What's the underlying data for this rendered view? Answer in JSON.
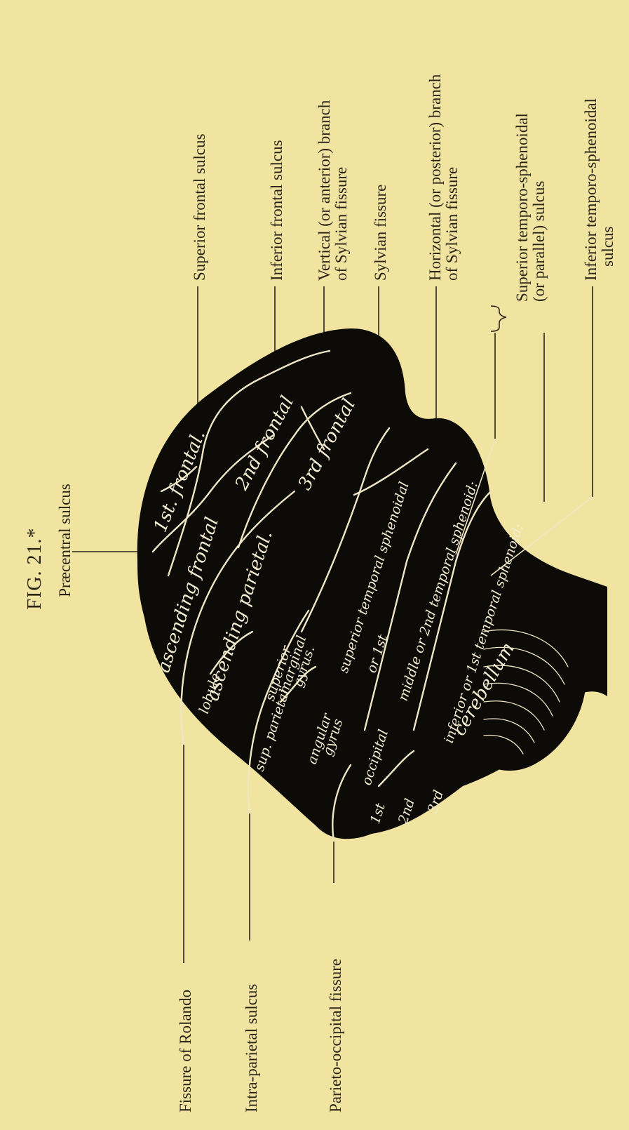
{
  "figure": {
    "title": "FIG. 21.*"
  },
  "labels": {
    "precentral_sulcus": "Præcentral sulcus",
    "superior_frontal_sulcus": "Superior frontal sulcus",
    "inferior_frontal_sulcus": "Inferior frontal sulcus",
    "vertical_branch_line1": "Vertical (or anterior) branch",
    "vertical_branch_line2": "of Sylvian fissure",
    "sylvian_fissure": "Sylvian fissure",
    "horizontal_branch_line1": "Horizontal (or posterior) branch",
    "horizontal_branch_line2": "of Sylvian fissure",
    "superior_temporo_line1": "Superior temporo-sphenoidal",
    "superior_temporo_line2": "(or parallel) sulcus",
    "inferior_temporo_line1": "Inferior temporo-sphenoidal",
    "inferior_temporo_line2": "sulcus",
    "fissure_of_rolando": "Fissure of Rolando",
    "intra_parietal_sulcus": "Intra-parietal sulcus",
    "parieto_occipital_fissure": "Parieto-occipital fissure"
  },
  "gyri": {
    "first_frontal": "1st. frontal.",
    "second_frontal": "2nd frontal",
    "third_frontal": "3rd frontal",
    "ascending_frontal": "ascending frontal",
    "ascending_parietal": "ascending parietal.",
    "superior_marginal_1": "superior",
    "superior_marginal_2": "marginal",
    "superior_marginal_3": "gyrus.",
    "superior_temporal": "superior temporal sphenoidal",
    "superior_temporal_or": "or 1st",
    "middle_temporal": "middle or 2nd temporal sphenoid:",
    "inferior_temporal": "inferior or 1st temporal sphenoid:",
    "angular_1": "angular",
    "angular_2": "gyrus",
    "sup_parietal_1": "sup. parietal",
    "sup_parietal_2": "lobule",
    "occipital": "occipital",
    "occ_first": "1st",
    "occ_second": "2nd",
    "occ_third": "3rd",
    "cerebellum": "cerebellum"
  },
  "colors": {
    "paper": "#f1e3a0",
    "brain": "#0d0b08",
    "ink": "#2a2418",
    "sulcus": "#efe6c4"
  }
}
